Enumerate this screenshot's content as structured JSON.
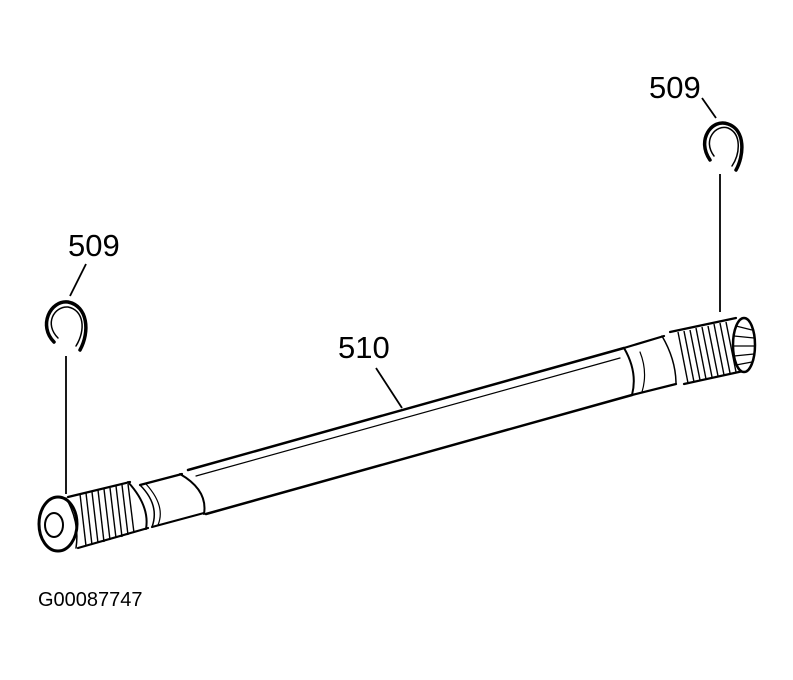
{
  "callouts": {
    "ring_right": "509",
    "ring_left": "509",
    "shaft": "510"
  },
  "figure_id": "G00087747"
}
